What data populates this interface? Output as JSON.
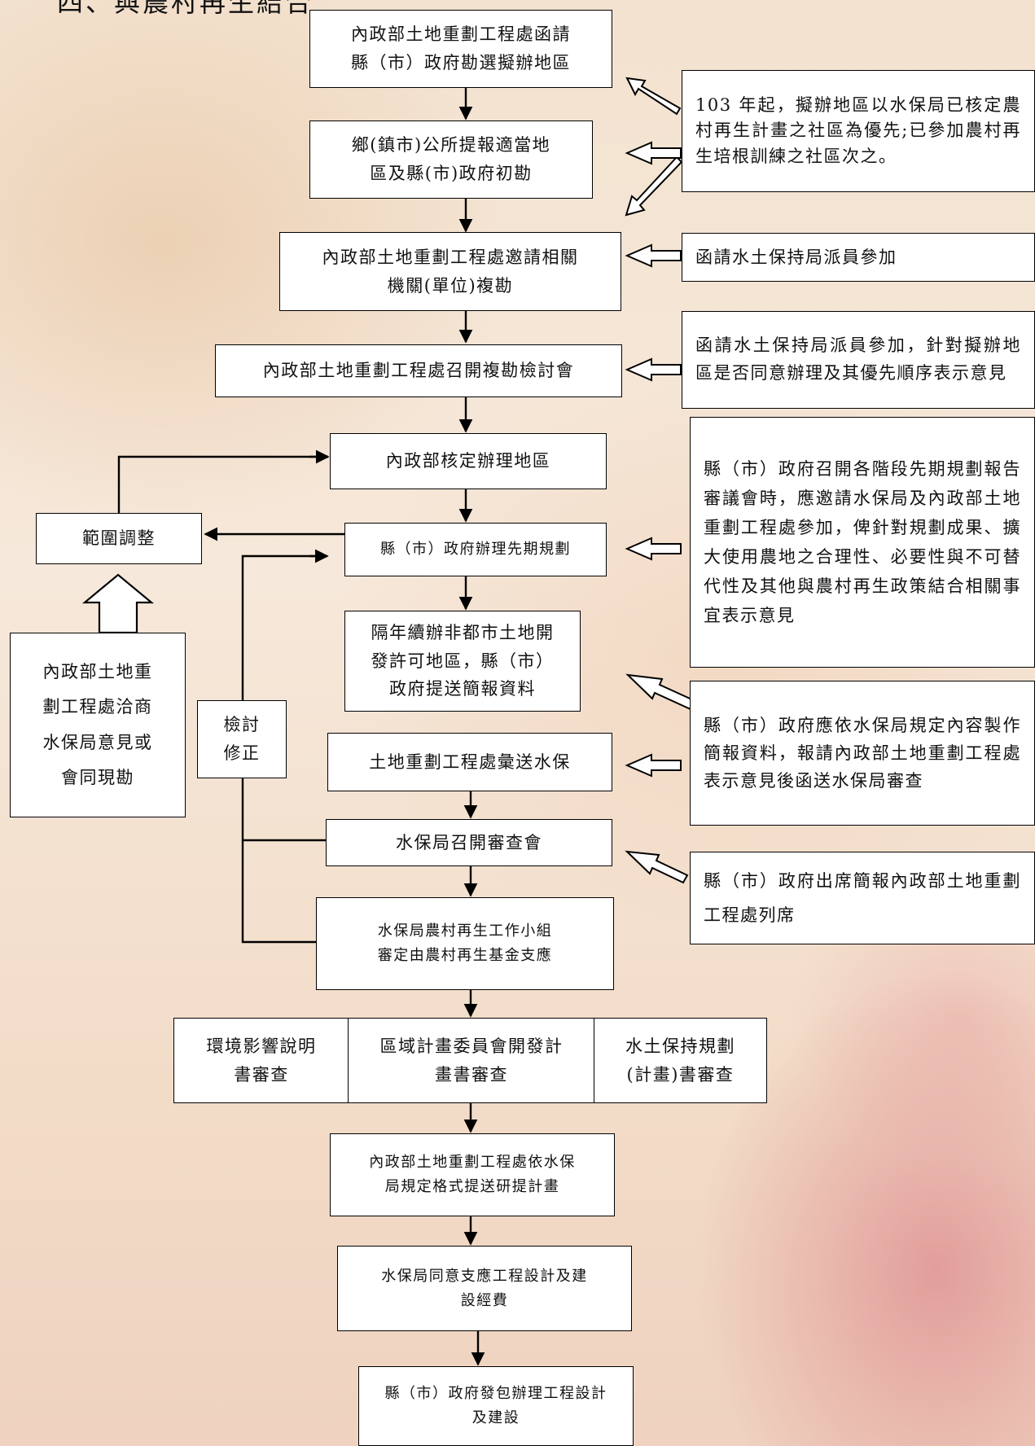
{
  "heading_fragment": "四、與農村再生結合",
  "flow": {
    "step1": "內政部土地重劃工程處函請\n縣（市）政府勘選擬辦地區",
    "step2": "鄉(鎮市)公所提報適當地\n區及縣(市)政府初勘",
    "step3": "內政部土地重劃工程處邀請相關\n機關(單位)複勘",
    "step4": "內政部土地重劃工程處召開複勘檢討會",
    "step5": "內政部核定辦理地區",
    "step6": "縣（市）政府辦理先期規劃",
    "step7": "隔年續辦非都市土地開\n發許可地區，縣（市）\n政府提送簡報資料",
    "step8": "土地重劃工程處彙送水保",
    "step9": "水保局召開審查會",
    "step10": "水保局農村再生工作小組\n審定由農村再生基金支應",
    "review_a": "環境影響說明\n書審查",
    "review_b": "區域計畫委員會開發計\n畫書審查",
    "review_c": "水土保持規劃\n(計畫)書審查",
    "step11": "內政部土地重劃工程處依水保\n局規定格式提送研提計畫",
    "step12": "水保局同意支應工程設計及建\n設經費",
    "step13": "縣（市）政府發包辦理工程設計\n及建設"
  },
  "side": {
    "scope_adjust": "範圍調整",
    "negotiate": "內政部土地重\n劃工程處洽商\n水保局意見或\n會同現勘",
    "review_fix": "檢討\n修正"
  },
  "notes": {
    "note1": "103 年起，擬辦地區以水保局已核定農村再生計畫之社區為優先;已參加農村再生培根訓練之社區次之。",
    "note2": "函請水土保持局派員參加",
    "note3": "函請水土保持局派員參加，針對擬辦地區是否同意辦理及其優先順序表示意見",
    "note4": "縣（市）政府召開各階段先期規劃報告審議會時，應邀請水保局及內政部土地重劃工程處參加，俾針對規劃成果、擴大使用農地之合理性、必要性與不可替代性及其他與農村再生政策結合相關事宜表示意見",
    "note5": "縣（市）政府應依水保局規定內容製作簡報資料，報請內政部土地重劃工程處表示意見後函送水保局審查",
    "note6": "縣（市）政府出席簡報內政部土地重劃工程處列席"
  }
}
